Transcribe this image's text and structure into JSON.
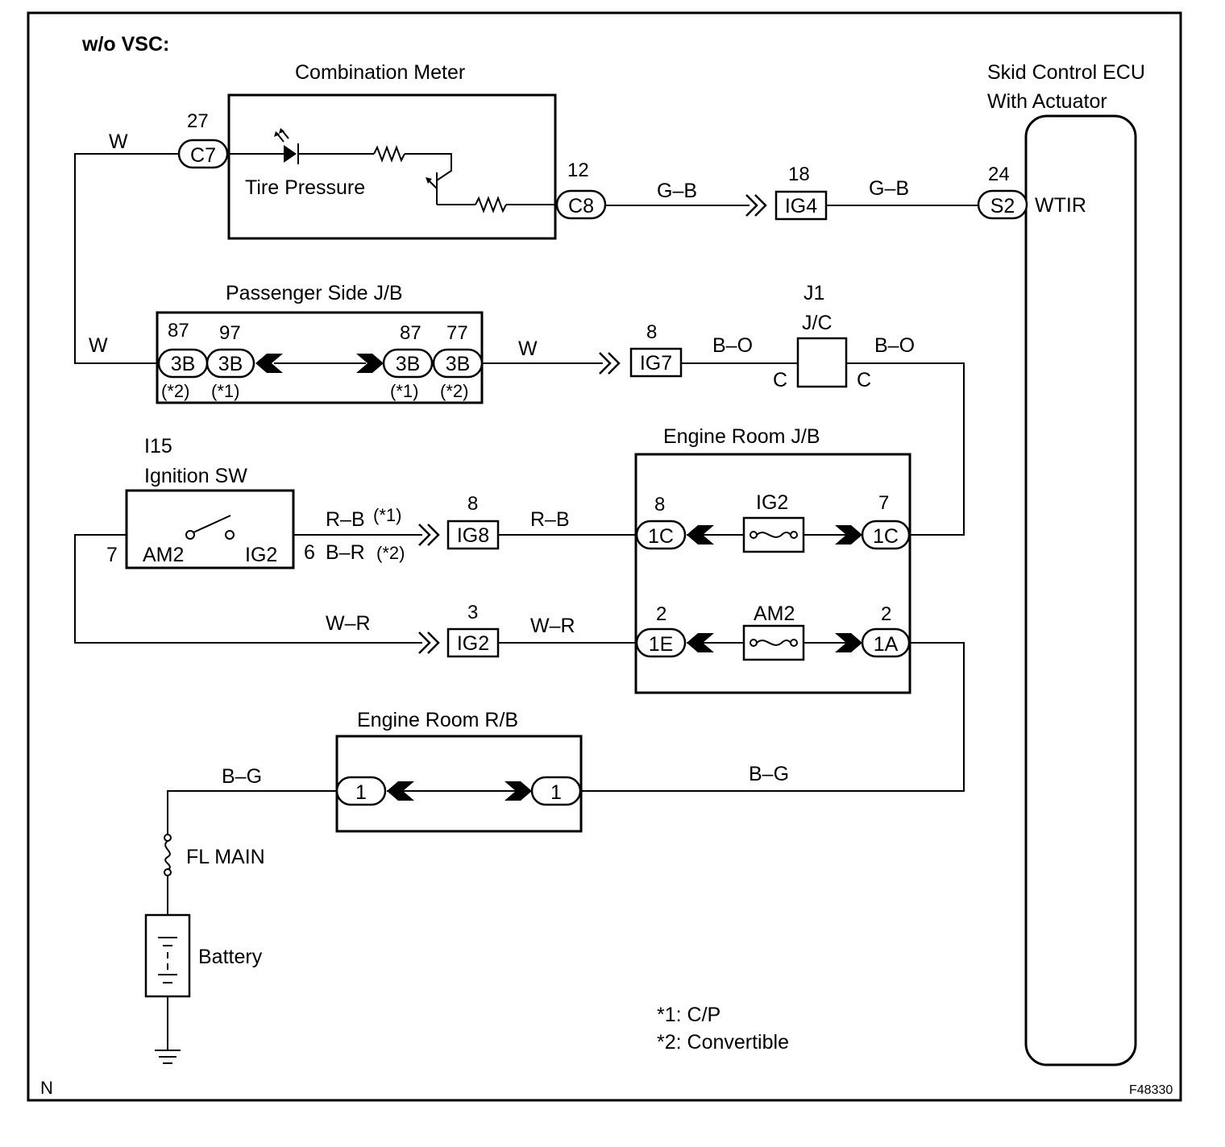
{
  "header": {
    "variant": "w/o VSC:"
  },
  "components": {
    "combination_meter": "Combination Meter",
    "tire_pressure": "Tire Pressure",
    "ecu_line1": "Skid Control ECU",
    "ecu_line2": "With Actuator",
    "ecu_terminal": "WTIR",
    "passenger_jb": "Passenger Side J/B",
    "j1_id": "J1",
    "j1_name": "J/C",
    "j1_pin": "C",
    "engine_jb": "Engine Room J/B",
    "ign_id": "I15",
    "ign_name": "Ignition SW",
    "ign_am2": "AM2",
    "ign_ig2": "IG2",
    "engine_rb": "Engine Room R/B",
    "fl_main": "FL MAIN",
    "battery": "Battery"
  },
  "connectors": {
    "c7": {
      "pin": "27",
      "id": "C7"
    },
    "c8": {
      "pin": "12",
      "id": "C8"
    },
    "ig4": {
      "pin": "18",
      "id": "IG4"
    },
    "s2": {
      "pin": "24",
      "id": "S2"
    },
    "jb3b_a": {
      "pin": "87",
      "id": "3B",
      "note": "(*2)"
    },
    "jb3b_b": {
      "pin": "97",
      "id": "3B",
      "note": "(*1)"
    },
    "jb3b_c": {
      "pin": "87",
      "id": "3B",
      "note": "(*1)"
    },
    "jb3b_d": {
      "pin": "77",
      "id": "3B",
      "note": "(*2)"
    },
    "ig7": {
      "pin": "8",
      "id": "IG7"
    },
    "ig8": {
      "pin": "8",
      "id": "IG8"
    },
    "ig2": {
      "pin": "3",
      "id": "IG2"
    },
    "jb1c_in": {
      "pin": "8",
      "id": "1C"
    },
    "jb1c_out": {
      "pin": "7",
      "id": "1C"
    },
    "jb1e": {
      "pin": "2",
      "id": "1E"
    },
    "jb1a": {
      "pin": "2",
      "id": "1A"
    },
    "rb_in": {
      "id": "1"
    },
    "rb_out": {
      "id": "1"
    },
    "ign_pin_am2": "7",
    "ign_pin_ig2": "6"
  },
  "fuses": {
    "ig2": "IG2",
    "am2": "AM2"
  },
  "wires": {
    "w": "W",
    "gb": "G–B",
    "bo": "B–O",
    "rb_c1": "R–B",
    "rb_c1_note": "(*1)",
    "br": "B–R",
    "br_note": "(*2)",
    "rb": "R–B",
    "wr": "W–R",
    "bg": "B–G"
  },
  "footnotes": {
    "n1": "*1: C/P",
    "n2": "*2: Convertible"
  },
  "corner": {
    "left": "N",
    "right": "F48330"
  }
}
